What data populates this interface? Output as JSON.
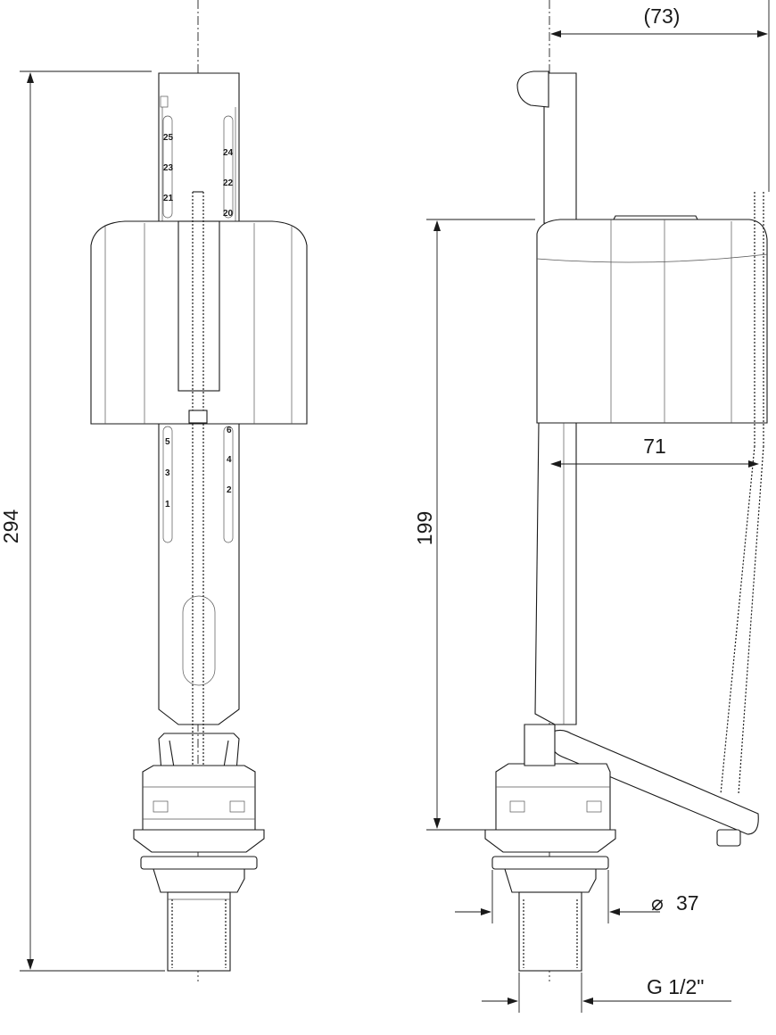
{
  "dimensions": {
    "total_height": "294",
    "float_height": "199",
    "float_offset": "71",
    "overall_width": "(73)",
    "base_diameter": "37",
    "diameter_symbol": "⌀",
    "thread_size": "G 1/2\""
  },
  "scale_marks": {
    "upper_left": [
      "25",
      "23",
      "21"
    ],
    "upper_right": [
      "24",
      "22",
      "20"
    ],
    "lower_left": [
      "5",
      "3",
      "1"
    ],
    "lower_right": [
      "6",
      "4",
      "2"
    ]
  }
}
